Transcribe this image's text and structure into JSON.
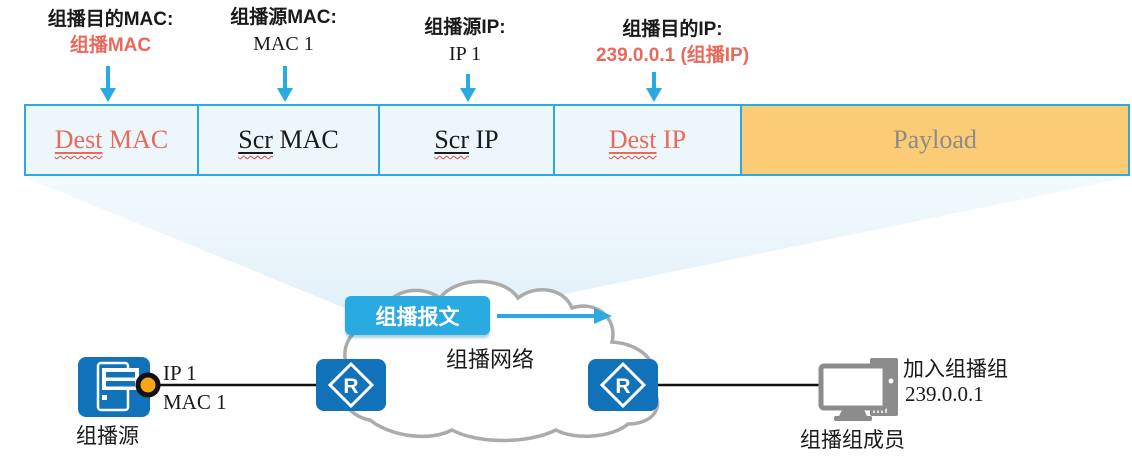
{
  "colors": {
    "accent_cyan": "#29ABE2",
    "annotation_red": "#E96A5C",
    "payload_bg": "#FCCB76",
    "field_bg": "#EDF6FA",
    "router_blue": "#1272B9",
    "device_gray": "#8C8C8C",
    "port_orange": "#F9A51A",
    "cloud_stroke": "#ABABAB"
  },
  "annotations": [
    {
      "line1": "组播目的MAC:",
      "line2": "组播MAC",
      "highlight": true
    },
    {
      "line1": "组播源MAC:",
      "line2": "MAC 1",
      "highlight": false
    },
    {
      "line1": "组播源IP:",
      "line2": "IP 1",
      "highlight": false
    },
    {
      "line1": "组播目的IP:",
      "line2": "239.0.0.1 (组播IP)",
      "highlight": true
    }
  ],
  "packet_fields": [
    {
      "word1": "Dest",
      "word2": "MAC",
      "style": "red"
    },
    {
      "word1": "Scr",
      "word2": "MAC",
      "style": "black"
    },
    {
      "word1": "Scr",
      "word2": "IP",
      "style": "black"
    },
    {
      "word1": "Dest",
      "word2": "IP",
      "style": "red"
    },
    {
      "label": "Payload",
      "style": "payload"
    }
  ],
  "network": {
    "packet_label": "组播报文",
    "cloud_label": "组播网络",
    "source": {
      "caption": "组播源",
      "ip": "IP 1",
      "mac": "MAC 1"
    },
    "routers": [
      {
        "symbol": "R"
      },
      {
        "symbol": "R"
      }
    ],
    "member": {
      "caption": "组播组成员",
      "join_line1": "加入组播组",
      "join_line2": "239.0.0.1"
    }
  }
}
